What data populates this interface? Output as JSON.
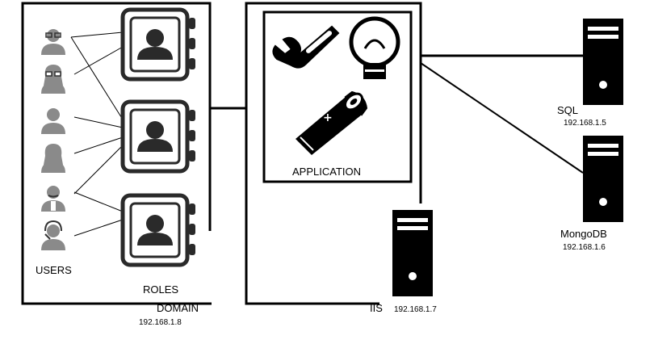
{
  "labels": {
    "users": "USERS",
    "roles": "ROLES",
    "domain": "DOMAIN",
    "domain_ip": "192.168.1.8",
    "application": "APPLICATION",
    "iis": "IIS",
    "iis_ip": "192.168.1.7",
    "sql": "SQL",
    "sql_ip": "192.168.1.5",
    "mongodb": "MongoDB",
    "mongodb_ip": "192.168.1.6"
  },
  "icons": {
    "users": [
      "user-glasses-male-icon",
      "user-glasses-female-icon",
      "user-male-icon",
      "user-female-icon",
      "user-mustache-icon",
      "user-headset-icon"
    ],
    "roles": [
      "role-contact-book-icon",
      "role-contact-book-icon",
      "role-contact-book-icon"
    ],
    "application": [
      "wrench-icon",
      "light-bulb-icon",
      "battery-icon"
    ],
    "servers": [
      "server-tower-icon"
    ]
  }
}
